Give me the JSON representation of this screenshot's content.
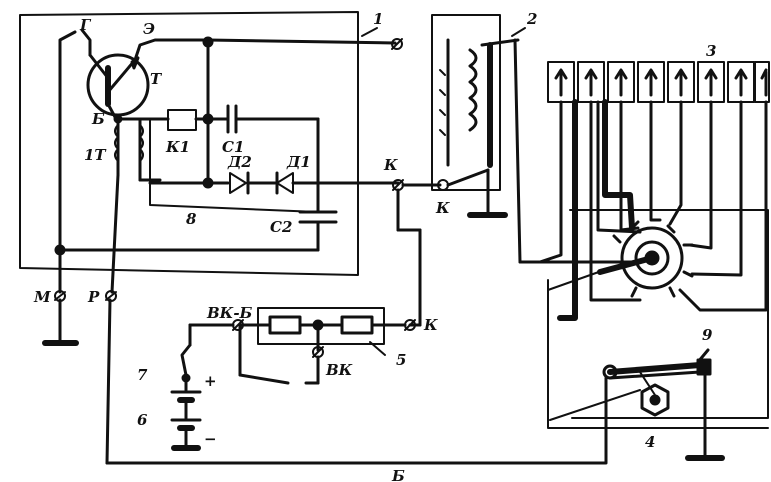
{
  "labels": {
    "n1": "1",
    "n2": "2",
    "n3": "3",
    "n4": "4",
    "n5": "5",
    "n6": "6",
    "n7": "7",
    "n8": "8",
    "n9": "9",
    "g": "Г",
    "e": "Э",
    "t": "Т",
    "b": "Б",
    "t1": "1Т",
    "k1": "К1",
    "c1": "С1",
    "d2": "Д2",
    "d1": "Д1",
    "c2": "С2",
    "k_top": "К",
    "k_mid": "К",
    "k_right": "К",
    "m_term": "М",
    "r_term": "Р",
    "vkb": "ВК-Б",
    "vk": "ВК",
    "plus": "+",
    "minus": "−",
    "b_bottom": "Б"
  },
  "colors": {
    "ink": "#111111",
    "paper": "#ffffff"
  }
}
